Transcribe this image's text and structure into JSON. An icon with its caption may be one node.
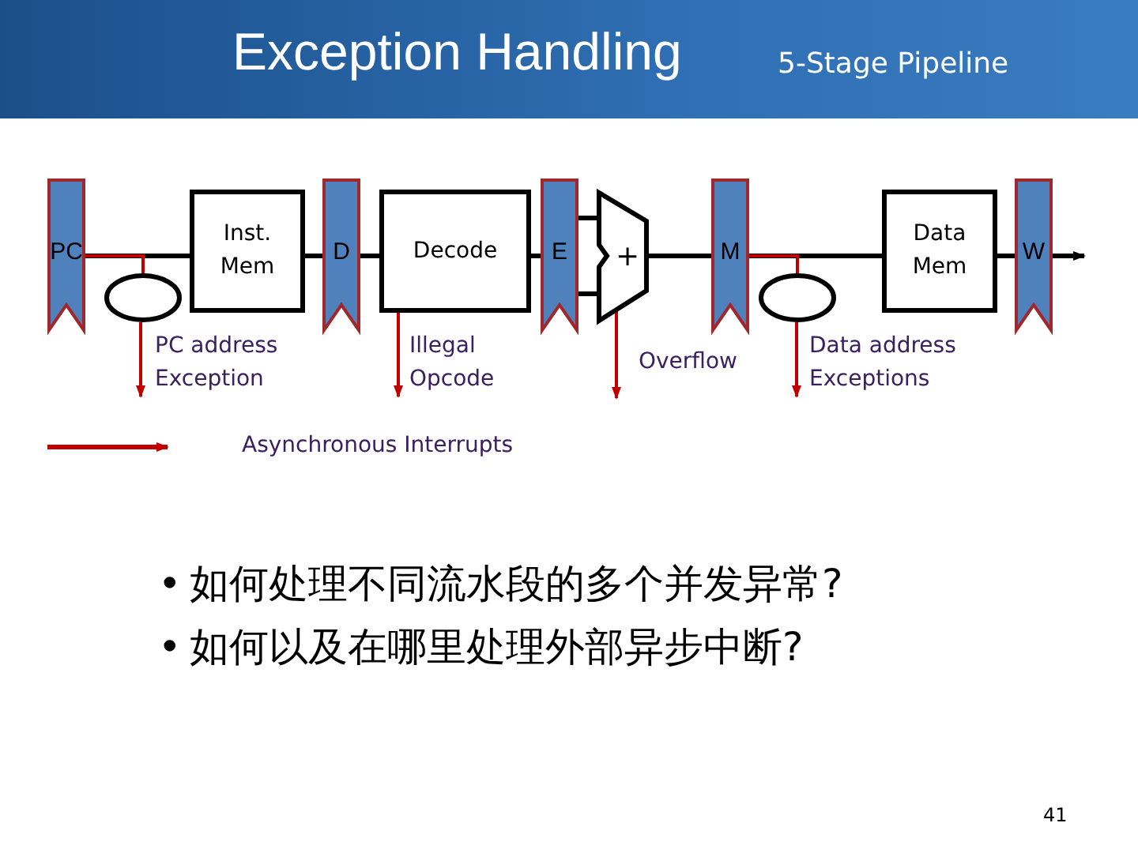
{
  "diagram": {
    "title": "Exception Handling",
    "nodes": [
      {
        "text": [
          "PC"
        ]
      },
      {
        "text": [
          "Inst. Mem"
        ]
      },
      {
        "text": [
          "D"
        ]
      },
      {
        "text": [
          "Decode"
        ]
      },
      {
        "text": [
          "E"
        ]
      },
      {
        "text": [
          "+"
        ]
      },
      {
        "text": [
          "M"
        ]
      },
      {
        "text": [
          "Data Mem"
        ]
      },
      {
        "text": [
          "W"
        ]
      },
      {
        "text": [],
        "shape": "ellipse"
      },
      {
        "text": [],
        "shape": "ellipse"
      },
      {
        "text": [
          "PC address Exception"
        ]
      },
      {
        "text": [
          "Illegal Opcode"
        ]
      },
      {
        "text": [
          "Data address Exceptions"
        ]
      }
    ],
    "edges": [
      {
        "from": 0,
        "to": 1,
        "arrow": "none"
      },
      {
        "from": 1,
        "to": 2,
        "arrow": "none"
      },
      {
        "from": 2,
        "to": 3,
        "arrow": "none"
      },
      {
        "from": 3,
        "to": 4,
        "arrow": "none"
      },
      {
        "from": 4,
        "to": 5,
        "arrow": "none"
      },
      {
        "from": 4,
        "to": 5,
        "arrow": "none"
      },
      {
        "from": 5,
        "to": 6,
        "arrow": "none"
      },
      {
        "from": 6,
        "to": 7,
        "arrow": "none"
      },
      {
        "from": 7,
        "to": 8,
        "arrow": "none"
      },
      {
        "from": 8,
        "to": null,
        "arrow": "to"
      },
      {
        "from": 9,
        "to": 11,
        "arrow": "to",
        "color": "#c00000"
      },
      {
        "from": 3,
        "to": 12,
        "arrow": "to",
        "color": "#c00000"
      },
      {
        "from": 5,
        "to": null,
        "arrow": "to",
        "color": "#c00000"
      },
      {
        "from": 10,
        "to": 13,
        "arrow": "to",
        "color": "#c00000"
      },
      {
        "from": 0,
        "to": 9,
        "arrow": "none",
        "color": "#c00000"
      },
      {
        "from": 6,
        "to": 10,
        "arrow": "none",
        "color": "#c00000"
      }
    ],
    "labels": [
      "5-Stage Pipeline",
      "Overflow",
      "•",
      "如何处理不同流水段的多个并发异常?",
      "•",
      "如何以及在哪里处理外部异步中断?",
      "41"
    ],
    "legend": [
      {
        "text": "Asynchronous Interrupts"
      }
    ]
  }
}
